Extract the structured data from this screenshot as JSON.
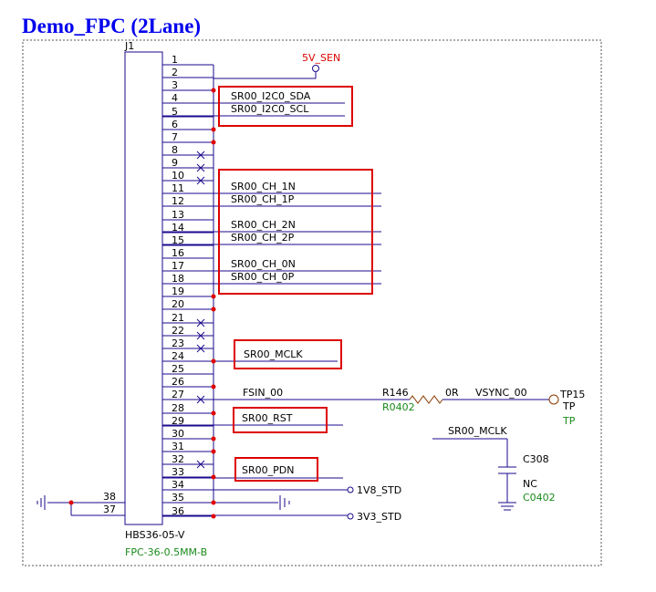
{
  "title": "Demo_FPC (2Lane)",
  "connector": {
    "ref": "J1",
    "part": "HBS36-05-V",
    "footprint": "FPC-36-0.5MM-B",
    "pins": [
      "1",
      "2",
      "3",
      "4",
      "5",
      "6",
      "7",
      "8",
      "9",
      "10",
      "11",
      "12",
      "13",
      "14",
      "15",
      "16",
      "17",
      "18",
      "19",
      "20",
      "21",
      "22",
      "23",
      "24",
      "25",
      "26",
      "27",
      "28",
      "29",
      "30",
      "31",
      "32",
      "33",
      "34",
      "35",
      "36"
    ],
    "side_pins": [
      "38",
      "37"
    ]
  },
  "nets": {
    "power_5v": "5V_SEN",
    "sda": "SR00_I2C0_SDA",
    "scl": "SR00_I2C0_SCL",
    "ch1n": "SR00_CH_1N",
    "ch1p": "SR00_CH_1P",
    "ch2n": "SR00_CH_2N",
    "ch2p": "SR00_CH_2P",
    "ch0n": "SR00_CH_0N",
    "ch0p": "SR00_CH_0P",
    "mclk": "SR00_MCLK",
    "fsin": "FSIN_00",
    "rst": "SR00_RST",
    "pdn": "SR00_PDN",
    "v1v8": "1V8_STD",
    "v3v3": "3V3_STD",
    "vsync": "VSYNC_00",
    "mclk2": "SR00_MCLK"
  },
  "resistor": {
    "ref": "R146",
    "value": "0R",
    "footprint": "R0402"
  },
  "testpoint": {
    "ref": "TP15",
    "type": "TP",
    "label": "TP"
  },
  "capacitor": {
    "ref": "C308",
    "value": "NC",
    "footprint": "C0402"
  },
  "colors": {
    "title": "#0000ee",
    "wire": "#1a0a8c",
    "highlight": "#dd0000",
    "footprint": "#1a8a1a",
    "power": "#dd0000"
  }
}
